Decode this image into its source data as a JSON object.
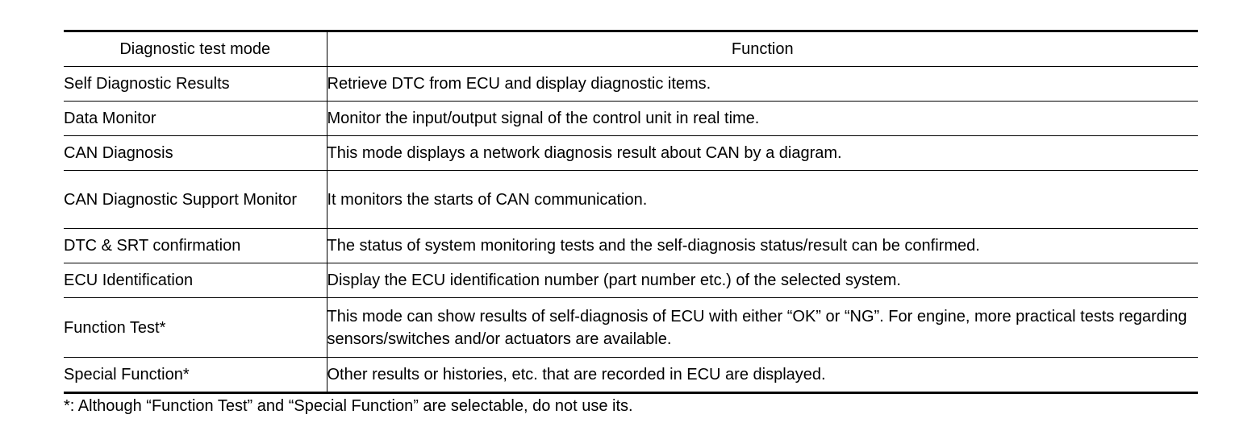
{
  "table": {
    "headers": [
      "Diagnostic test mode",
      "Function"
    ],
    "rows": [
      {
        "mode": "Self Diagnostic Results",
        "function": "Retrieve DTC from ECU and display diagnostic items."
      },
      {
        "mode": "Data Monitor",
        "function": "Monitor the input/output signal of the control unit in real time."
      },
      {
        "mode": "CAN Diagnosis",
        "function": "This mode displays a network diagnosis result about CAN by a diagram."
      },
      {
        "mode": "CAN Diagnostic Support Monitor",
        "function": "It monitors the starts of CAN communication."
      },
      {
        "mode": "DTC & SRT confirmation",
        "function": "The status of system monitoring tests and the self-diagnosis status/result can be confirmed."
      },
      {
        "mode": "ECU Identification",
        "function": "Display the ECU identification number (part number etc.) of the selected system."
      },
      {
        "mode": "Function Test*",
        "function": "This mode can show results of self-diagnosis of ECU with either “OK” or “NG”. For engine, more prac­tical tests regarding sensors/switches and/or actuators are available."
      },
      {
        "mode": "Special Function*",
        "function": "Other results or histories, etc. that are recorded in ECU are displayed."
      }
    ]
  },
  "footnote": "*: Although “Function Test” and “Special Function” are selectable, do not use its."
}
